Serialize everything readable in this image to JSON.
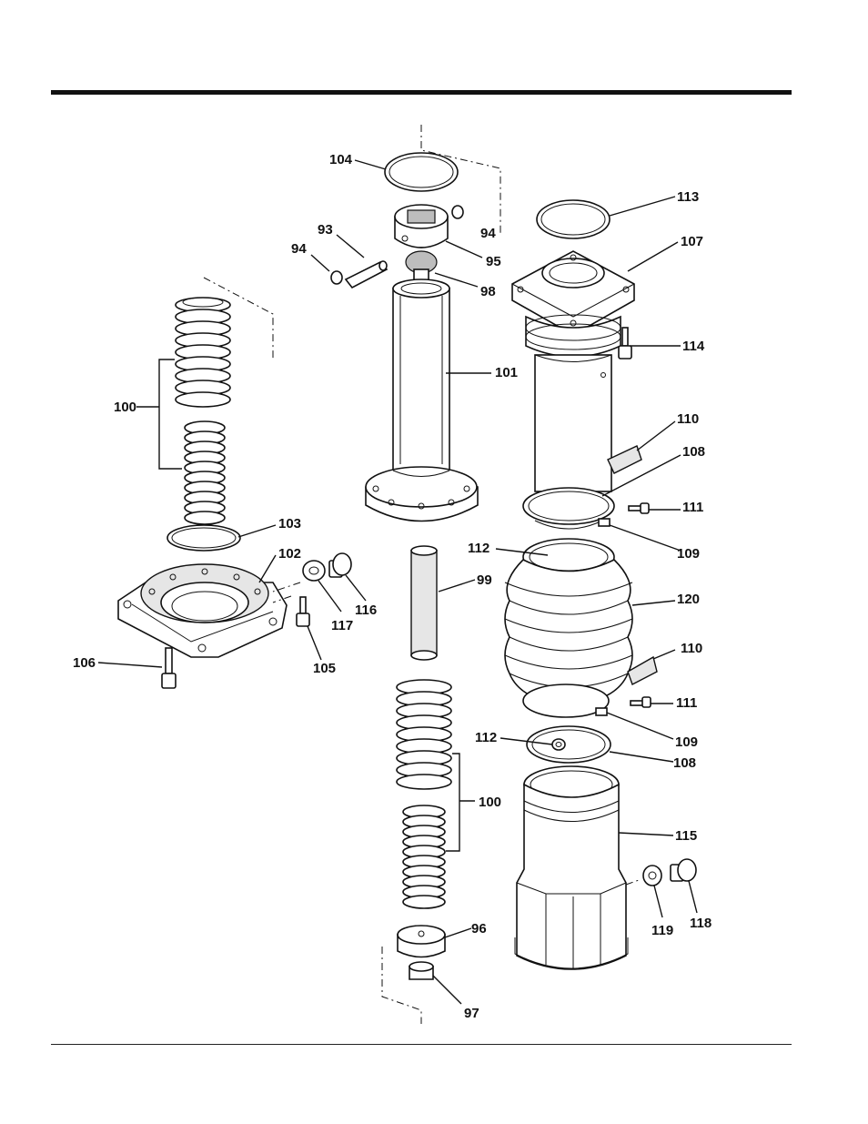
{
  "labels": {
    "l93": "93",
    "l94a": "94",
    "l94b": "94",
    "l95": "95",
    "l96": "96",
    "l97": "97",
    "l98": "98",
    "l99": "99",
    "l100a": "100",
    "l100b": "100",
    "l101": "101",
    "l102": "102",
    "l103": "103",
    "l104": "104",
    "l105": "105",
    "l106": "106",
    "l107": "107",
    "l108a": "108",
    "l108b": "108",
    "l109a": "109",
    "l109b": "109",
    "l110a": "110",
    "l110b": "110",
    "l111a": "111",
    "l111b": "111",
    "l112a": "112",
    "l112b": "112",
    "l113": "113",
    "l114": "114",
    "l115": "115",
    "l116": "116",
    "l117": "117",
    "l118": "118",
    "l119": "119",
    "l120": "120"
  }
}
